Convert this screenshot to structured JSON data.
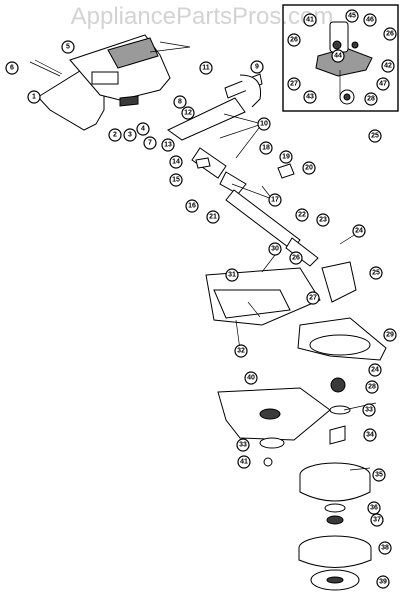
{
  "watermark": "AppliancePartsPros.com",
  "callouts": [
    "1",
    "2",
    "3",
    "4",
    "5",
    "6",
    "7",
    "8",
    "9",
    "10",
    "11",
    "12",
    "13",
    "14",
    "15",
    "16",
    "17",
    "18",
    "19",
    "20",
    "21",
    "22",
    "23",
    "24",
    "25",
    "26",
    "27",
    "28",
    "29",
    "30",
    "31",
    "32",
    "33",
    "34",
    "35",
    "36",
    "37",
    "38",
    "39",
    "40",
    "41",
    "42",
    "43",
    "44",
    "45",
    "46",
    "47"
  ]
}
